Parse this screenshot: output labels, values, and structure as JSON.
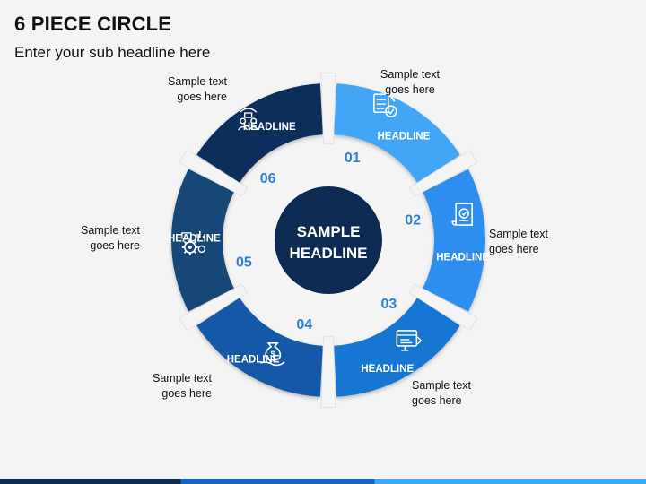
{
  "title": "6 PIECE CIRCLE",
  "subtitle": "Enter your sub headline here",
  "center": {
    "line1": "SAMPLE",
    "line2": "HEADLINE"
  },
  "segments": [
    {
      "number": "01",
      "headline": "HEADLINE",
      "text_line1": "Sample text",
      "text_line2": "goes here",
      "icon": "document-checklist-icon",
      "color": "#42a5f5"
    },
    {
      "number": "02",
      "headline": "HEADLINE",
      "text_line1": "Sample text",
      "text_line2": "goes here",
      "icon": "certificate-scroll-icon",
      "color": "#2e8ef0"
    },
    {
      "number": "03",
      "headline": "HEADLINE",
      "text_line1": "Sample text",
      "text_line2": "goes here",
      "icon": "browser-code-icon",
      "color": "#1976d2"
    },
    {
      "number": "04",
      "headline": "HEADLINE",
      "text_line1": "Sample text",
      "text_line2": "goes here",
      "icon": "money-bag-hand-icon",
      "color": "#1559a8"
    },
    {
      "number": "05",
      "headline": "HEADLINE",
      "text_line1": "Sample text",
      "text_line2": "goes here",
      "icon": "gear-chart-icon",
      "color": "#154676"
    },
    {
      "number": "06",
      "headline": "HEADLINE",
      "text_line1": "Sample text",
      "text_line2": "goes here",
      "icon": "team-meeting-icon",
      "color": "#0f2f5a"
    }
  ],
  "colors": {
    "number_color": "#2e7fd6",
    "center_fill": "#0c2a52",
    "title_color": "#111111"
  }
}
